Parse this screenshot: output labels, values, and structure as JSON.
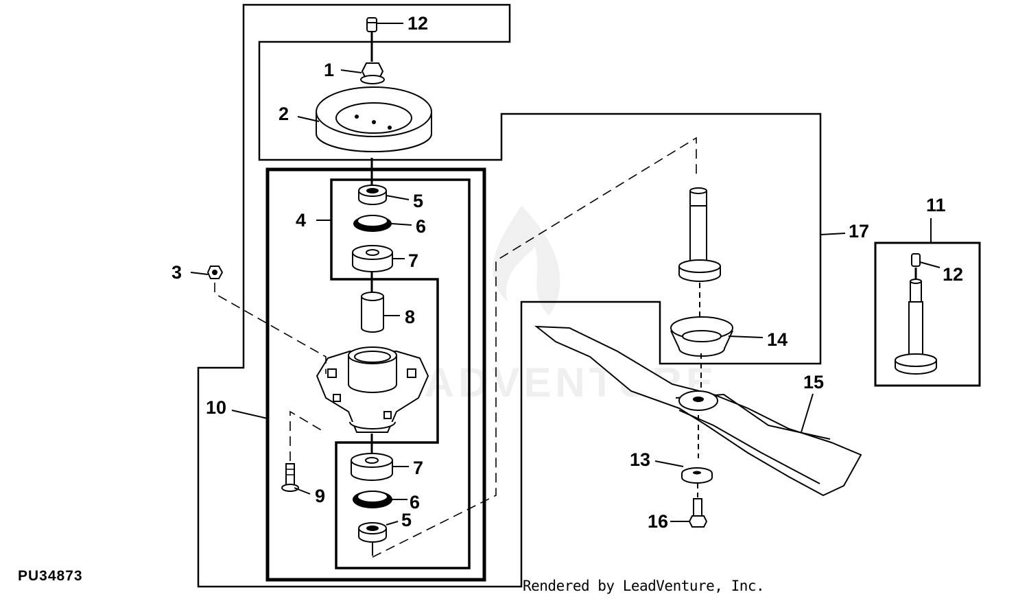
{
  "figure_id": "PU34873",
  "credit": "Rendered by LeadVenture, Inc.",
  "watermark": "LEADVENTURE",
  "callouts": [
    "1",
    "2",
    "3",
    "4",
    "5",
    "6",
    "7",
    "8",
    "5",
    "6",
    "7",
    "9",
    "10",
    "11",
    "12",
    "12",
    "13",
    "14",
    "15",
    "16",
    "17"
  ]
}
